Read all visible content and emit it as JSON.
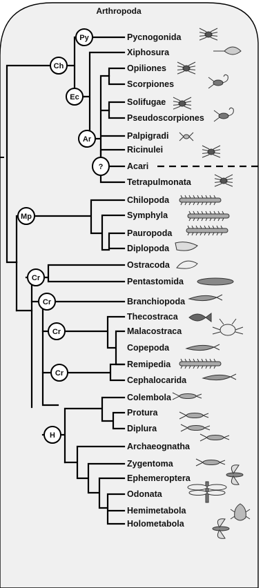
{
  "diagram": {
    "title": "Arthropoda",
    "taxa": [
      {
        "id": "pycnogonida",
        "label": "Pycnogonida",
        "icon": "sea-spider-icon"
      },
      {
        "id": "xiphosura",
        "label": "Xiphosura",
        "icon": "horseshoe-crab-icon"
      },
      {
        "id": "opiliones",
        "label": "Opiliones",
        "icon": "harvestman-icon"
      },
      {
        "id": "scorpiones",
        "label": "Scorpiones",
        "icon": "scorpion-icon"
      },
      {
        "id": "solifugae",
        "label": "Solifugae",
        "icon": "camel-spider-icon"
      },
      {
        "id": "pseudoscorpiones",
        "label": "Pseudoscorpiones",
        "icon": "pseudoscorpion-icon"
      },
      {
        "id": "palpigradi",
        "label": "Palpigradi",
        "icon": "microwhip-scorpion-icon"
      },
      {
        "id": "ricinulei",
        "label": "Ricinulei",
        "icon": "hooded-tickspider-icon"
      },
      {
        "id": "acari",
        "label": "Acari",
        "icon": ""
      },
      {
        "id": "tetrapulmonata",
        "label": "Tetrapulmonata",
        "icon": "spider-icon"
      },
      {
        "id": "chilopoda",
        "label": "Chilopoda",
        "icon": "centipede-icon"
      },
      {
        "id": "symphyla",
        "label": "Symphyla",
        "icon": "symphylan-icon"
      },
      {
        "id": "pauropoda",
        "label": "Pauropoda",
        "icon": "pauropod-icon"
      },
      {
        "id": "diplopoda",
        "label": "Diplopoda",
        "icon": "millipede-icon"
      },
      {
        "id": "ostracoda",
        "label": "Ostracoda",
        "icon": "ostracod-icon"
      },
      {
        "id": "pentastomida",
        "label": "Pentastomida",
        "icon": "tongue-worm-icon"
      },
      {
        "id": "branchiopoda",
        "label": "Branchiopoda",
        "icon": "fairy-shrimp-icon"
      },
      {
        "id": "thecostraca",
        "label": "Thecostraca",
        "icon": "barnacle-icon"
      },
      {
        "id": "malacostraca",
        "label": "Malacostraca",
        "icon": "crab-icon"
      },
      {
        "id": "copepoda",
        "label": "Copepoda",
        "icon": "copepod-icon"
      },
      {
        "id": "remipedia",
        "label": "Remipedia",
        "icon": "remipede-icon"
      },
      {
        "id": "cephalocarida",
        "label": "Cephalocarida",
        "icon": "cephalocarid-icon"
      },
      {
        "id": "colembola",
        "label": "Colembola",
        "icon": "springtail-icon"
      },
      {
        "id": "protura",
        "label": "Protura",
        "icon": "proturan-icon"
      },
      {
        "id": "diplura",
        "label": "Diplura",
        "icon": "dipluran-icon"
      },
      {
        "id": "archaeognatha",
        "label": "Archaeognatha",
        "icon": "bristletail-icon"
      },
      {
        "id": "zygentoma",
        "label": "Zygentoma",
        "icon": "silverfish-icon"
      },
      {
        "id": "ephemeroptera",
        "label": "Ephemeroptera",
        "icon": "mayfly-icon"
      },
      {
        "id": "odonata",
        "label": "Odonata",
        "icon": "dragonfly-icon"
      },
      {
        "id": "hemimetabola",
        "label": "Hemimetabola",
        "icon": "true-bug-icon"
      },
      {
        "id": "holometabola",
        "label": "Holometabola",
        "icon": "mosquito-icon"
      }
    ],
    "clade_labels": [
      {
        "id": "py",
        "label": "Py"
      },
      {
        "id": "ch",
        "label": "Ch"
      },
      {
        "id": "ec",
        "label": "Ec"
      },
      {
        "id": "ar",
        "label": "Ar"
      },
      {
        "id": "uncertain",
        "label": "?"
      },
      {
        "id": "mp",
        "label": "Mp"
      },
      {
        "id": "cr1",
        "label": "Cr"
      },
      {
        "id": "cr2",
        "label": "Cr"
      },
      {
        "id": "cr3",
        "label": "Cr"
      },
      {
        "id": "cr4",
        "label": "Cr"
      },
      {
        "id": "h",
        "label": "H"
      }
    ],
    "colors": {
      "line": "#000000",
      "box_fill": "#f0f0f0",
      "box_stroke": "#000000",
      "node_fill": "#ffffff"
    }
  }
}
